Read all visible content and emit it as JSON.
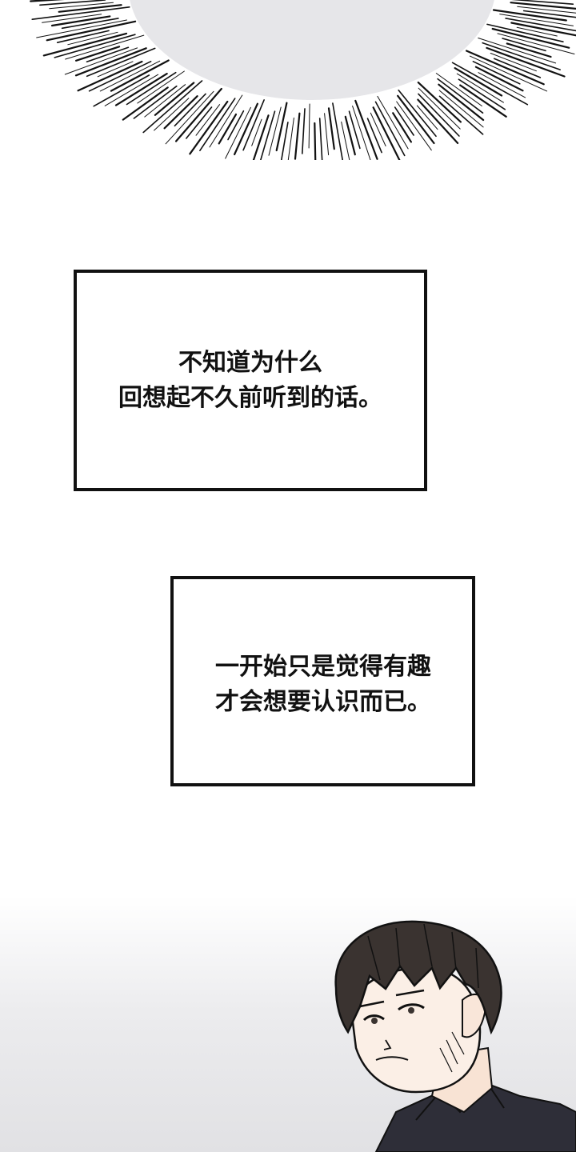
{
  "captions": [
    {
      "lines": [
        "不知道为什么",
        "回想起不久前听到的话。"
      ]
    },
    {
      "lines": [
        "一开始只是觉得有趣",
        "才会想要认识而已。"
      ]
    }
  ],
  "colors": {
    "ink": "#111111",
    "panel_background": "#ffffff",
    "burst_gray": "#e6e6e9",
    "bottom_gray": "#e1e1e4",
    "hair": "#3a3330",
    "skin": "#fbefe6",
    "shirt": "#2e2e38"
  },
  "art": {
    "top_element": "speed-line-burst",
    "bottom_element": "dark-haired-young-man-looking-up"
  }
}
